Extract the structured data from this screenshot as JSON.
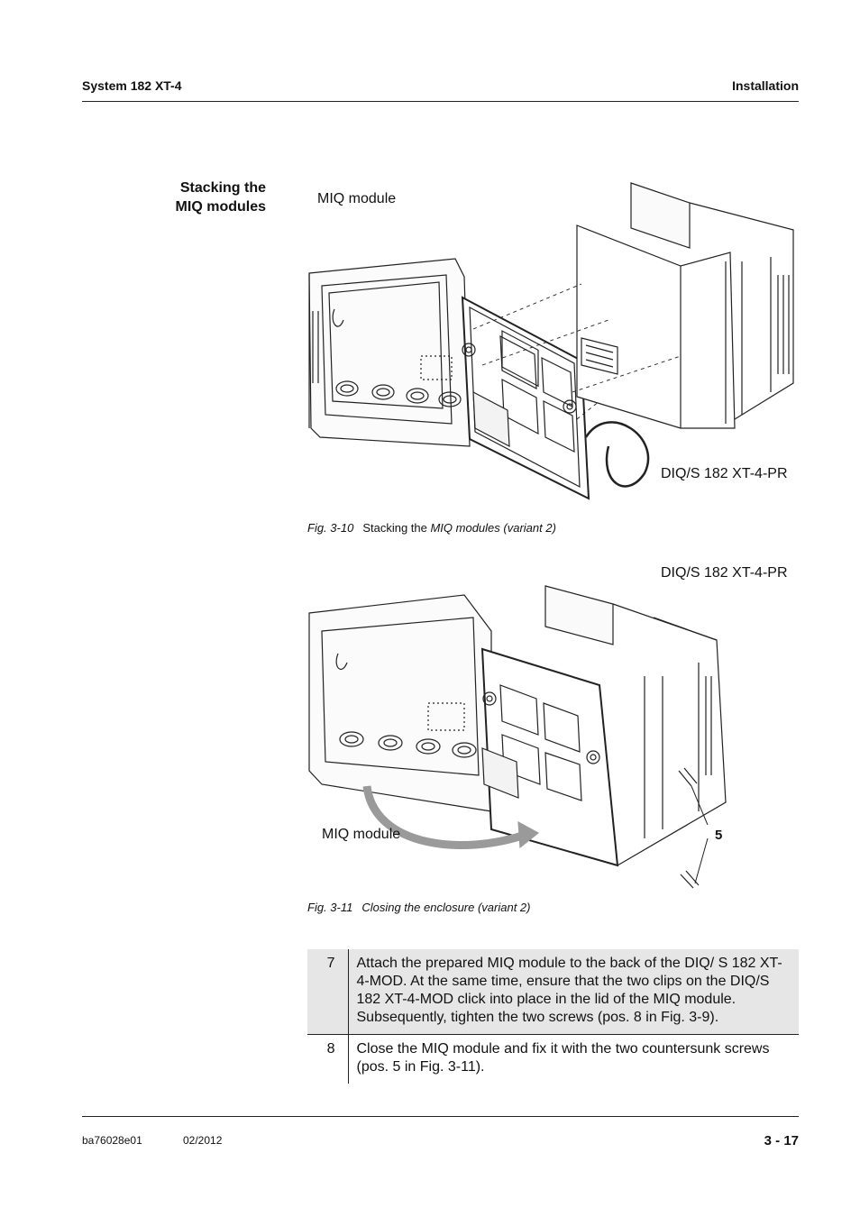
{
  "header": {
    "left": "System 182 XT-4",
    "right": "Installation"
  },
  "section": {
    "title_line1": "Stacking the",
    "title_line2": "MIQ modules"
  },
  "figure1": {
    "label_top_left": "MIQ module",
    "label_bottom_right": "DIQ/S 182 XT-4-PR",
    "caption_num": "Fig. 3-10",
    "caption_plain": "Stacking the ",
    "caption_italic": "MIQ modules (variant 2)"
  },
  "figure2": {
    "label_top_right": "DIQ/S 182 XT-4-PR",
    "label_bottom_left": "MIQ module",
    "callout": "5",
    "caption_num": "Fig. 3-11",
    "caption_text": "Closing the enclosure (variant 2)"
  },
  "steps": [
    {
      "num": "7",
      "text": "Attach the prepared MIQ module to the back of the DIQ/ S 182 XT-4-MOD. At the same time, ensure that the two clips on the DIQ/S 182 XT-4-MOD click into place in the lid of the MIQ module. Subsequently, tighten the two screws (pos. 8 in Fig. 3-9)."
    },
    {
      "num": "8",
      "text": "Close the MIQ module and fix it with the two countersunk screws (pos. 5 in Fig. 3-11)."
    }
  ],
  "footer": {
    "doc": "ba76028e01",
    "date": "02/2012",
    "page": "3 - 17"
  }
}
